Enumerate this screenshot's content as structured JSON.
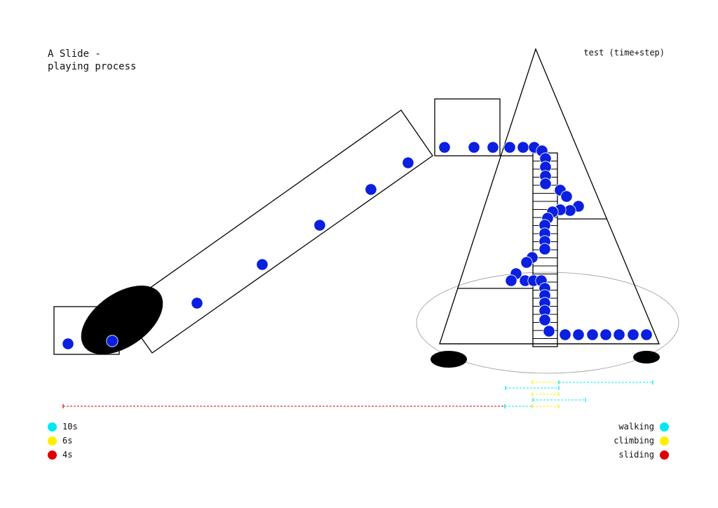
{
  "title": {
    "line1": "A Slide -",
    "line2": "playing process"
  },
  "subtitle": "test (time+step)",
  "colors": {
    "walking": "#00e8f0",
    "climbing": "#ffee00",
    "sliding": "#dd0000",
    "person": "#0a1fe0"
  },
  "legend_durations": [
    {
      "label": "10s",
      "color": "#00e8f0"
    },
    {
      "label": "6s",
      "color": "#ffee00"
    },
    {
      "label": "4s",
      "color": "#dd0000"
    }
  ],
  "legend_actions": [
    {
      "label": "walking",
      "color": "#00e8f0"
    },
    {
      "label": "climbing",
      "color": "#ffee00"
    },
    {
      "label": "sliding",
      "color": "#dd0000"
    }
  ]
}
